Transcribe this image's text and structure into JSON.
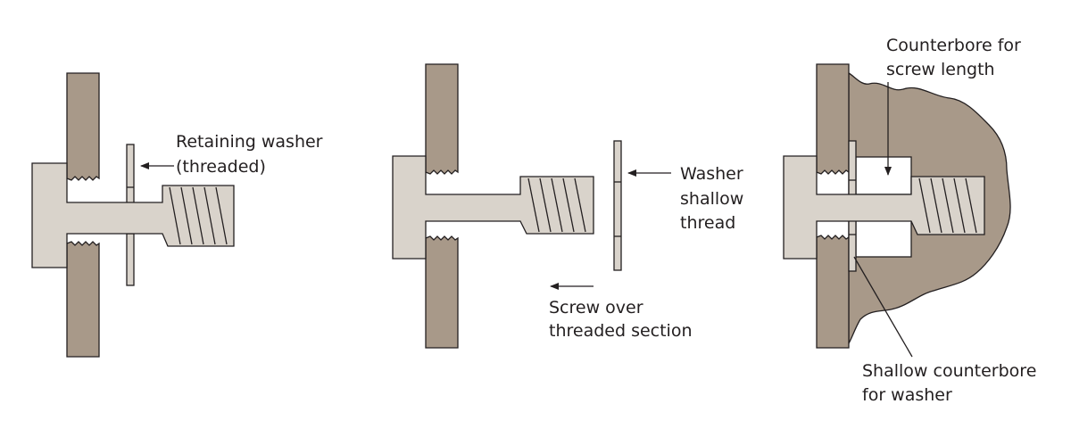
{
  "colors": {
    "plate": "#a89989",
    "screw": "#d9d3cb",
    "outline": "#231f20",
    "background": "#ffffff"
  },
  "panels": [
    {
      "name": "panel-retaining-washer",
      "labels": {
        "line1": "Retaining washer",
        "line2": "(threaded)"
      }
    },
    {
      "name": "panel-washer-shallow-thread",
      "labels": {
        "line1": "Washer",
        "line2": "shallow",
        "line3": "thread",
        "screw_line1": "Screw over",
        "screw_line2": "threaded section"
      }
    },
    {
      "name": "panel-counterbore",
      "labels": {
        "top_line1": "Counterbore for",
        "top_line2": "screw length",
        "bottom_line1": "Shallow counterbore",
        "bottom_line2": "for washer"
      }
    }
  ]
}
